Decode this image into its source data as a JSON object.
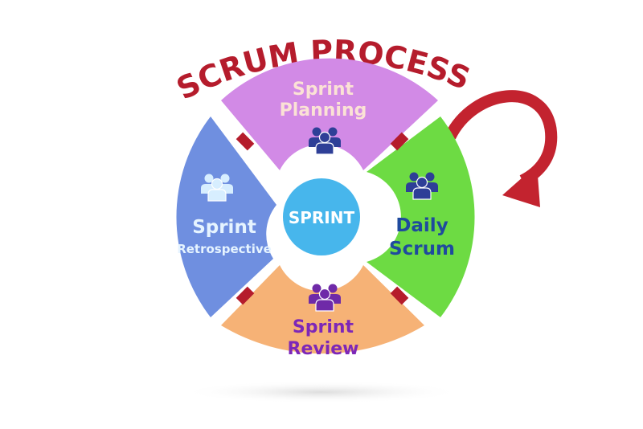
{
  "title": "SCRUM PROCESS",
  "center": {
    "label": "SPRINT"
  },
  "segments": {
    "planning": {
      "line1": "Sprint",
      "line2": "Planning"
    },
    "daily": {
      "line1": "Daily",
      "line2": "Scrum"
    },
    "review": {
      "line1": "Sprint",
      "line2": "Review"
    },
    "retrospective": {
      "line1": "Sprint",
      "line2": "Retrospective"
    }
  },
  "icons": {
    "planning": "team-icon",
    "daily": "team-icon",
    "review": "team-icon",
    "retrospective": "team-icon"
  },
  "colors": {
    "title": "#b51c2c",
    "planning_fill": "#d28ae6",
    "planning_text": "#fbe2d5",
    "daily_fill": "#6ddb43",
    "daily_text": "#1f4a9e",
    "review_fill": "#f6b276",
    "review_text": "#7d27b8",
    "retrospective_fill": "#6f8fe0",
    "retrospective_text": "#e6f4ff",
    "center_fill": "#47b6ec",
    "center_ring": "#ffffff",
    "connector": "#b51c2c",
    "arrow": "#c3232f",
    "icon_dark": "#2e3f97",
    "icon_light": "#d7eeff",
    "icon_purple": "#6f2aa8"
  }
}
